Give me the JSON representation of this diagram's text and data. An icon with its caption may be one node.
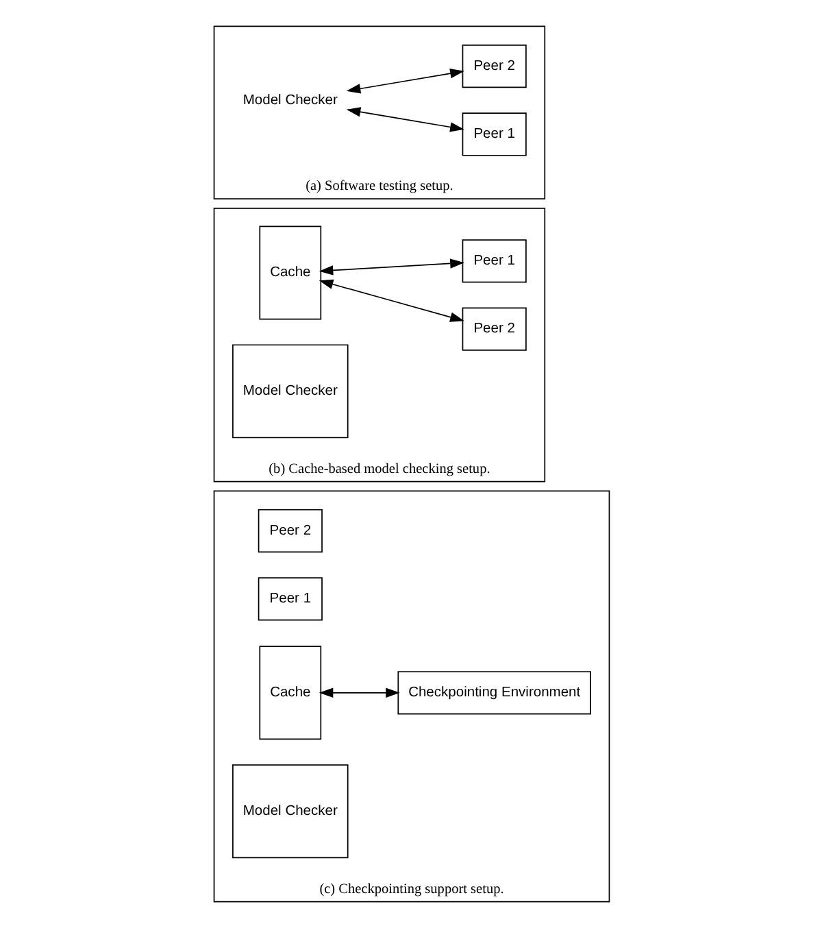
{
  "diagram": {
    "nodes": [
      {
        "text": [],
        "shape": "box",
        "beside": [
          "(a) Software testing setup."
        ]
      },
      {
        "text": [
          "Model Checker"
        ],
        "in": 0
      },
      {
        "text": [
          "Peer 2"
        ],
        "in": 0
      },
      {
        "text": [
          "Peer 1"
        ],
        "in": 0
      },
      {
        "text": [],
        "shape": "box",
        "beside": [
          "(b) Cache-based model checking setup."
        ]
      },
      {
        "text": [
          "Model Checker"
        ],
        "in": 4
      },
      {
        "text": [
          "Cache"
        ],
        "in": 4
      },
      {
        "text": [
          "Peer 1"
        ],
        "in": 4
      },
      {
        "text": [
          "Peer 2"
        ],
        "in": 4
      },
      {
        "text": [],
        "shape": "box",
        "beside": [
          "(c) Checkpointing support setup."
        ]
      },
      {
        "text": [
          "Model Checker"
        ],
        "in": 9
      },
      {
        "text": [
          "Cache"
        ],
        "in": 9
      },
      {
        "text": [
          "Peer 1"
        ],
        "in": 9
      },
      {
        "text": [
          "Peer 2"
        ],
        "in": 9
      },
      {
        "text": [
          "Checkpointing Environment"
        ],
        "in": 9
      }
    ],
    "edges": [
      {
        "from": 1,
        "to": 2,
        "arrow": "both"
      },
      {
        "from": 1,
        "to": 3,
        "arrow": "both"
      },
      {
        "from": 6,
        "to": 7,
        "arrow": "both"
      },
      {
        "from": 6,
        "to": 8,
        "arrow": "both"
      },
      {
        "from": 11,
        "to": 14,
        "arrow": "both"
      }
    ]
  }
}
